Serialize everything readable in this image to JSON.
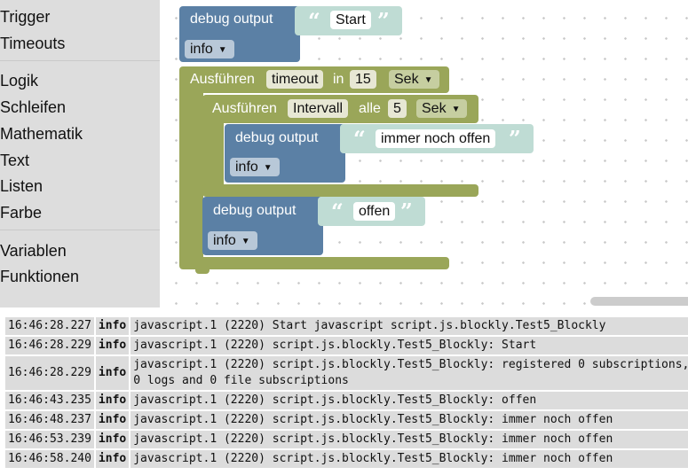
{
  "toolbox": {
    "categories": [
      "Trigger",
      "Timeouts",
      "Logik",
      "Schleifen",
      "Mathematik",
      "Text",
      "Listen",
      "Farbe",
      "Variablen",
      "Funktionen"
    ]
  },
  "blocks": {
    "debug1": {
      "label": "debug output",
      "text": "Start",
      "level": "info"
    },
    "timeout": {
      "exec_label": "Ausführen",
      "name": "timeout",
      "in_label": "in",
      "delay": "15",
      "unit": "Sek"
    },
    "interval": {
      "exec_label": "Ausführen",
      "name": "Intervall",
      "every_label": "alle",
      "period": "5",
      "unit": "Sek"
    },
    "debug2": {
      "label": "debug output",
      "text": "immer noch offen",
      "level": "info"
    },
    "debug3": {
      "label": "debug output",
      "text": "offen",
      "level": "info"
    }
  },
  "colors": {
    "debug_block": "#5b80a5",
    "timer_block": "#9aa659",
    "text_block": "#bfdcd4",
    "toolbox_bg": "#dddddd"
  },
  "log": [
    {
      "time": "16:46:28.227",
      "level": "info",
      "message": "javascript.1 (2220) Start javascript script.js.blockly.Test5_Blockly"
    },
    {
      "time": "16:46:28.229",
      "level": "info",
      "message": "javascript.1 (2220) script.js.blockly.Test5_Blockly: Start"
    },
    {
      "time": "16:46:28.229",
      "level": "info",
      "message": "javascript.1 (2220) script.js.blockly.Test5_Blockly: registered 0 subscriptions,\n0 logs and 0 file subscriptions"
    },
    {
      "time": "16:46:43.235",
      "level": "info",
      "message": "javascript.1 (2220) script.js.blockly.Test5_Blockly: offen"
    },
    {
      "time": "16:46:48.237",
      "level": "info",
      "message": "javascript.1 (2220) script.js.blockly.Test5_Blockly: immer noch offen"
    },
    {
      "time": "16:46:53.239",
      "level": "info",
      "message": "javascript.1 (2220) script.js.blockly.Test5_Blockly: immer noch offen"
    },
    {
      "time": "16:46:58.240",
      "level": "info",
      "message": "javascript.1 (2220) script.js.blockly.Test5_Blockly: immer noch offen"
    }
  ]
}
